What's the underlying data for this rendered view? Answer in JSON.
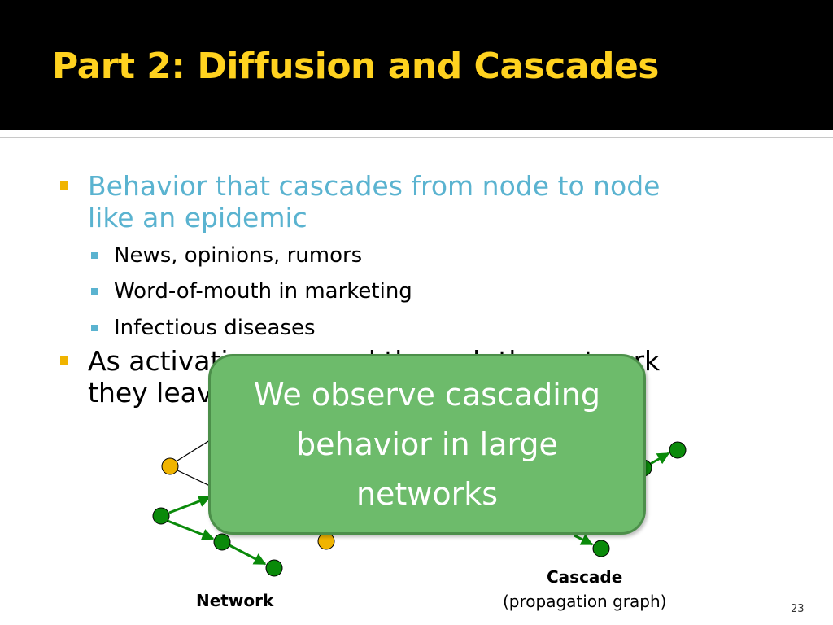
{
  "slide": {
    "title": "Part 2: Diffusion and Cascades",
    "bullets": [
      {
        "text": "Behavior that cascades from node to node like an epidemic",
        "sub": [
          "News, opinions, rumors",
          "Word-of-mouth in marketing",
          "Infectious diseases"
        ]
      },
      {
        "text": "As activations spread through the network they leave a trace"
      }
    ],
    "callout": "We observe cascading behavior in large networks",
    "labels": {
      "network": "Network",
      "cascade": "Cascade",
      "cascade_sub": "(propagation graph)"
    },
    "page_number": "23"
  },
  "colors": {
    "title_bg": "#000000",
    "title_text": "#ffd21f",
    "bullet_marker": "#f0b400",
    "sub_marker": "#5ab3d0",
    "highlight_text": "#5ab3d0",
    "callout_fill": "#6dbb6b",
    "active_node": "#0a8a0a",
    "inactive_node": "#f0b400",
    "active_edge": "#0a8a0a",
    "inactive_edge": "#000000"
  }
}
